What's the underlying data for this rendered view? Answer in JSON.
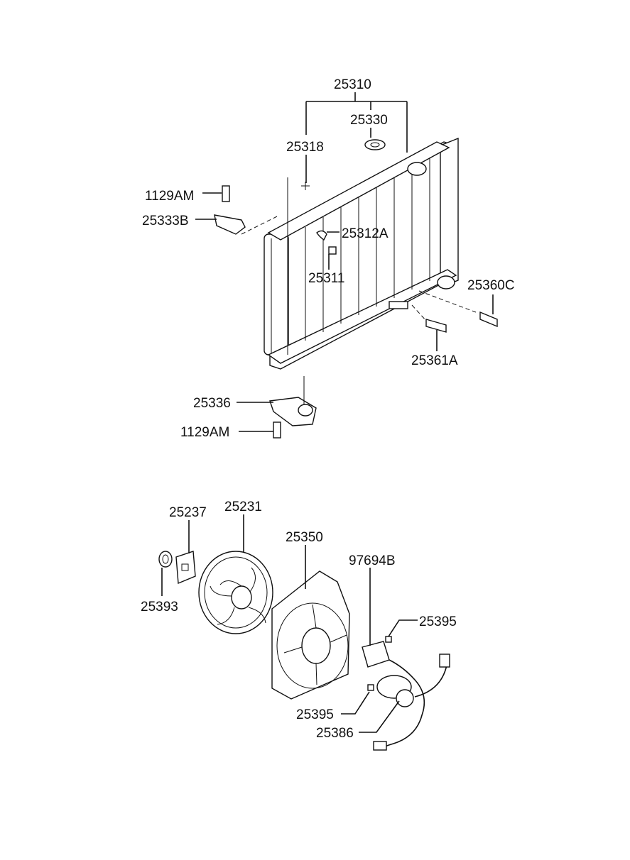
{
  "diagram": {
    "parts": [
      {
        "id": "p25310",
        "number": "25310"
      },
      {
        "id": "p25330",
        "number": "25330"
      },
      {
        "id": "p25318",
        "number": "25318"
      },
      {
        "id": "p1129AM_top",
        "number": "1129AM"
      },
      {
        "id": "p25333B",
        "number": "25333B"
      },
      {
        "id": "p25312A",
        "number": "25312A"
      },
      {
        "id": "p25311",
        "number": "25311"
      },
      {
        "id": "p25360C",
        "number": "25360C"
      },
      {
        "id": "p25361A",
        "number": "25361A"
      },
      {
        "id": "p25336",
        "number": "25336"
      },
      {
        "id": "p1129AM_bottom",
        "number": "1129AM"
      },
      {
        "id": "p25237",
        "number": "25237"
      },
      {
        "id": "p25231",
        "number": "25231"
      },
      {
        "id": "p25350",
        "number": "25350"
      },
      {
        "id": "p97694B",
        "number": "97694B"
      },
      {
        "id": "p25393",
        "number": "25393"
      },
      {
        "id": "p25395_a",
        "number": "25395"
      },
      {
        "id": "p25395_b",
        "number": "25395"
      },
      {
        "id": "p25386",
        "number": "25386"
      }
    ]
  }
}
